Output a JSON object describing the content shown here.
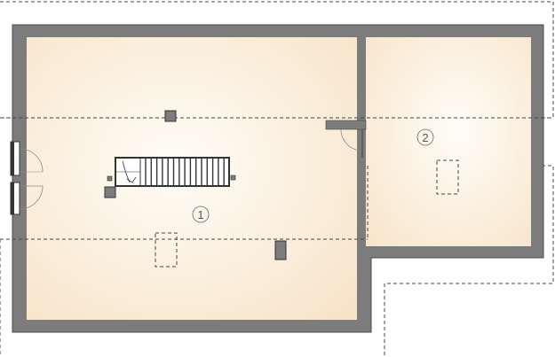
{
  "colors": {
    "wall": "#7c7c7c",
    "wall_edge": "#4a4a4a",
    "floor_center": "#fffdf7",
    "floor_edge": "#f7e3c8",
    "outline": "#444444",
    "door": "#8a8a8a"
  },
  "rooms": [
    {
      "id": "room-1",
      "label": "1"
    },
    {
      "id": "room-2",
      "label": "2"
    }
  ]
}
